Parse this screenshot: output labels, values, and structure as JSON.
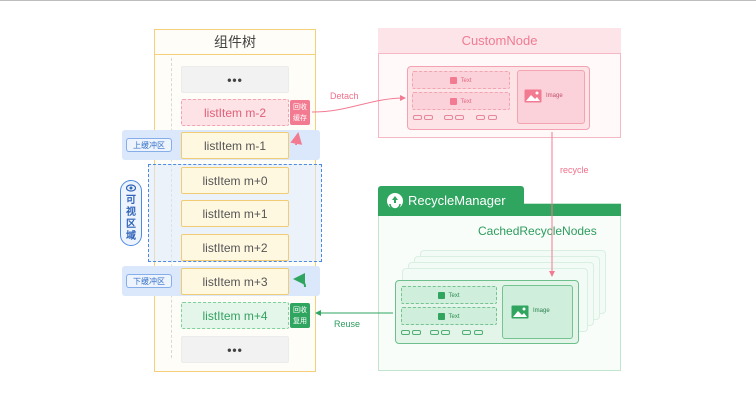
{
  "tree": {
    "title": "组件树",
    "ellipsis_top": "•••",
    "ellipsis_bottom": "•••",
    "items": [
      {
        "label": "listItem m-2",
        "tag": "回收\n缓存"
      },
      {
        "label": "listItem m-1"
      },
      {
        "label": "listItem m+0"
      },
      {
        "label": "listItem m+1"
      },
      {
        "label": "listItem m+2"
      },
      {
        "label": "listItem m+3"
      },
      {
        "label": "listItem m+4",
        "tag": "回收\n复用"
      }
    ],
    "upper_buffer": "上缓冲区",
    "lower_buffer": "下缓冲区",
    "visible_area": "可\n视\n区\n域"
  },
  "custom_node": {
    "title": "CustomNode",
    "text_label": "Text",
    "image_label": "Image"
  },
  "recycle_manager": {
    "title": "RecycleManager",
    "subtitle": "CachedRecycleNodes",
    "text_label": "Text",
    "image_label": "Image"
  },
  "arrows": {
    "detach": "Detach",
    "recycle": "recycle",
    "reuse": "Reuse"
  },
  "colors": {
    "yellow": "#f6cf7a",
    "pink": "#f27b92",
    "green": "#2fa560",
    "blue": "#4d8ae0"
  }
}
